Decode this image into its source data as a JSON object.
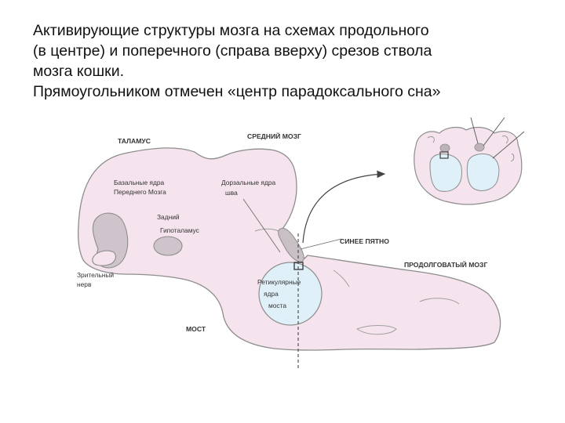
{
  "caption": {
    "line1": "Активирующие структуры мозга на схемах продольного",
    "line2": "(в центре) и поперечного (справа вверху)  срезов ствола",
    "line3": "мозга кошки.",
    "line4": "Прямоугольником отмечен «центр парадоксального сна»"
  },
  "labels": {
    "thalamus": "ТАЛАМУС",
    "midbrain": "СРЕДНИЙ МОЗГ",
    "basal_1": "Базальные ядра",
    "basal_2": "Переднего Мозга",
    "dorsal_1": "Дорзальные ядра",
    "dorsal_2": "шва",
    "hypo_1": "Задний",
    "hypo_2": "Гипоталамус",
    "locus": "СИНЕЕ ПЯТНО",
    "medulla": "ПРОДОЛГОВАТЫЙ МОЗГ",
    "optic_1": "Зрительный",
    "optic_2": "нерв",
    "retic_1": "Ретикулярные",
    "retic_2": "ядра",
    "retic_3": "моста",
    "pons": "МОСТ"
  },
  "colors": {
    "tissue": "#f5e4ed",
    "outline": "#8d8d8d",
    "nucleus_grey": "#cfc4cb",
    "reticular_blue": "#dff0f8",
    "arrow": "#444444"
  }
}
